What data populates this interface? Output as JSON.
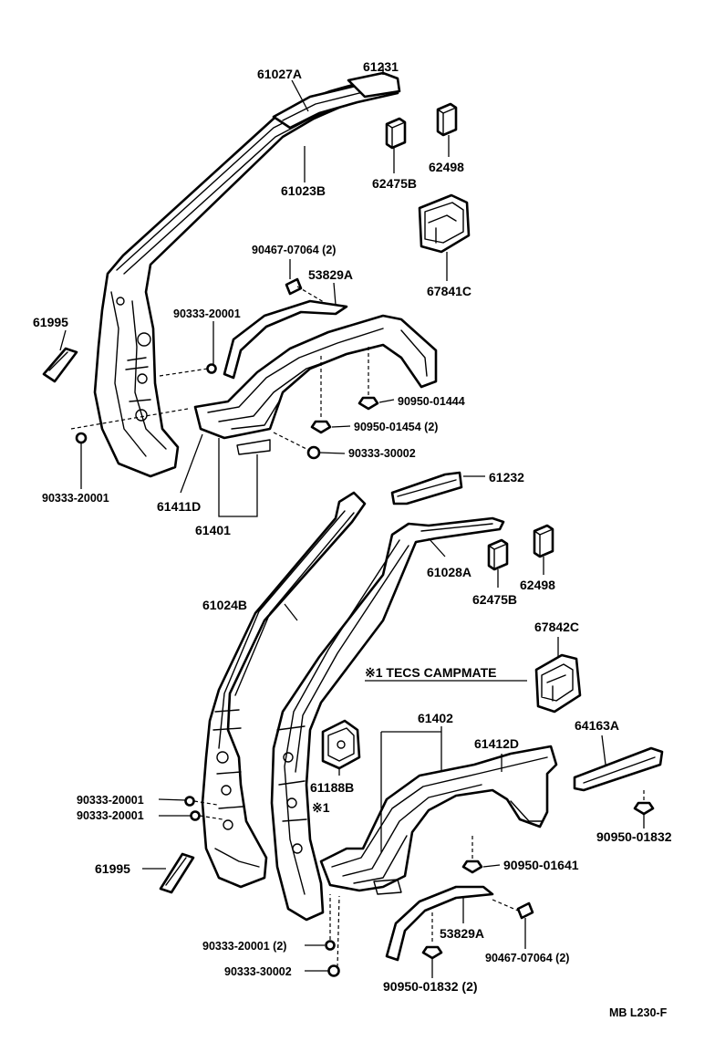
{
  "labels": {
    "p61027A": "61027A",
    "p61231": "61231",
    "p62498_top": "62498",
    "p61023B": "61023B",
    "p62475B_top": "62475B",
    "p90467_top": "90467-07064 (2)",
    "p53829A_top": "53829A",
    "p67841C": "67841C",
    "p61995_top": "61995",
    "p90333_20001_top": "90333-20001",
    "p90950_01444": "90950-01444",
    "p90950_01454": "90950-01454 (2)",
    "p90333_30002_top": "90333-30002",
    "p90333_20001_left": "90333-20001",
    "p61411D": "61411D",
    "p61401": "61401",
    "p61232": "61232",
    "p61028A": "61028A",
    "p62475B_bot": "62475B",
    "p62498_bot": "62498",
    "p61024B": "61024B",
    "p67842C": "67842C",
    "note_tecs": "※1 TECS CAMPMATE",
    "p61402": "61402",
    "p61412D": "61412D",
    "p64163A": "64163A",
    "p61188B": "61188B",
    "note_star": "※1",
    "p90333_20001_a": "90333-20001",
    "p90333_20001_b": "90333-20001",
    "p90950_01832_right": "90950-01832",
    "p61995_bot": "61995",
    "p90950_01641": "90950-01641",
    "p53829A_bot": "53829A",
    "p90467_bot": "90467-07064 (2)",
    "p90333_20001_2": "90333-20001 (2)",
    "p90333_30002_bot": "90333-30002",
    "p90950_01832_bot": "90950-01832 (2)",
    "ref": "MB L230-F"
  }
}
